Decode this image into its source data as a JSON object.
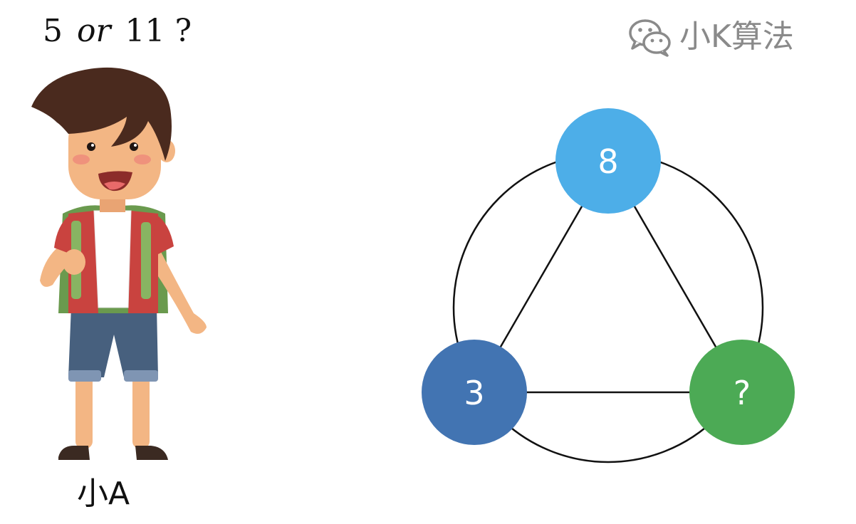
{
  "question": {
    "num1": "5",
    "word": "or",
    "num2": "11",
    "mark": "?"
  },
  "character": {
    "label": "小A"
  },
  "watermark": {
    "text": "小K算法",
    "icon": "wechat-icon"
  },
  "diagram": {
    "nodes": [
      {
        "id": "top",
        "label": "8",
        "color": "#4daee8"
      },
      {
        "id": "left",
        "label": "3",
        "color": "#4274b2"
      },
      {
        "id": "right",
        "label": "?",
        "color": "#4caa55"
      }
    ],
    "edge_color": "#111111"
  },
  "colors": {
    "hair": "#4a2a1e",
    "skin": "#f3b684",
    "shirt_inner": "#ffffff",
    "vest": "#c9433f",
    "backpack": "#6a9a4e",
    "shorts": "#47607e",
    "shoes": "#3b2a22"
  }
}
